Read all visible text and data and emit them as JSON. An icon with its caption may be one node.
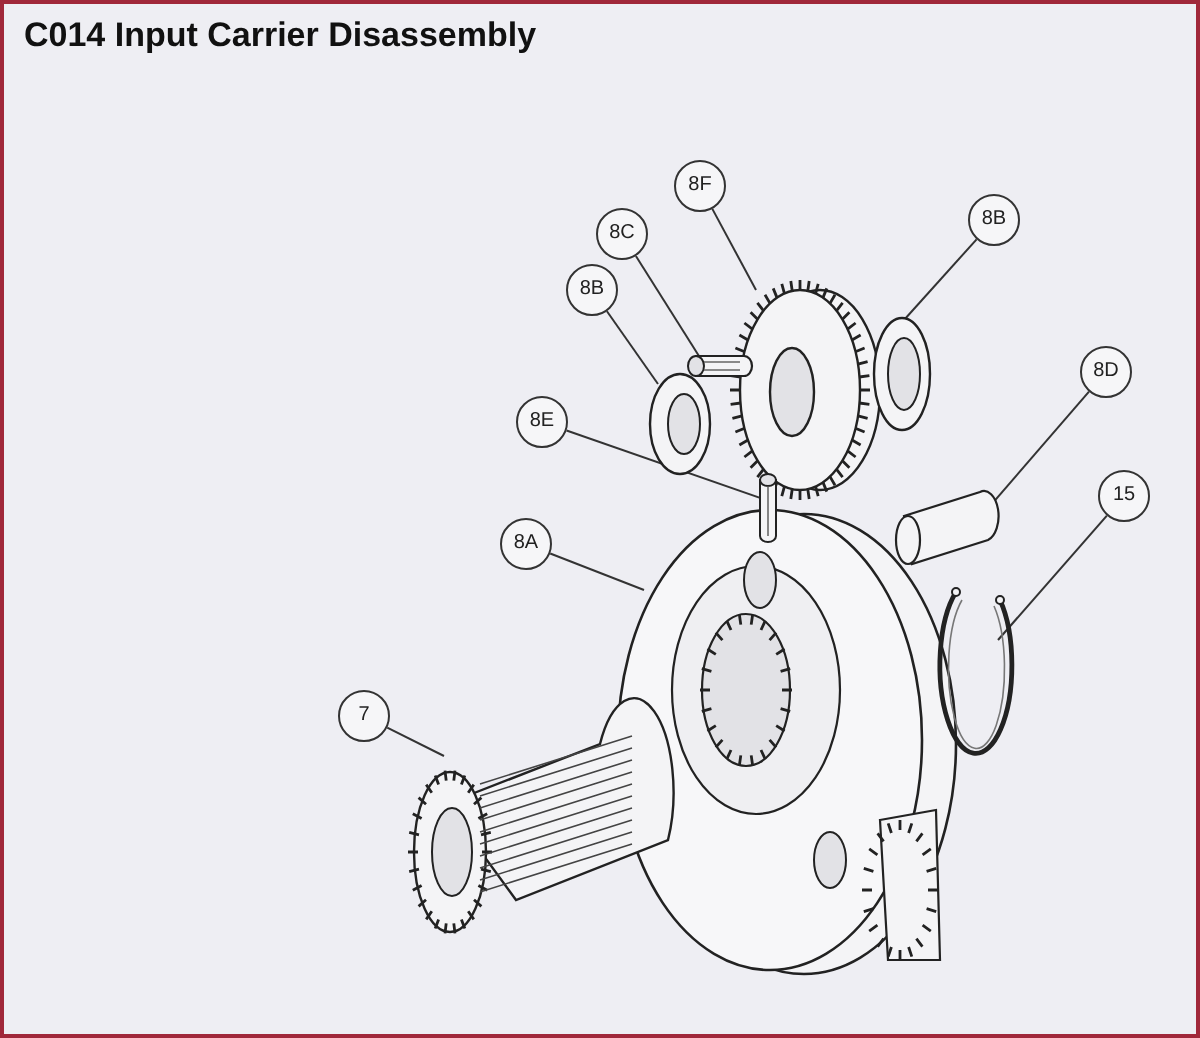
{
  "diagram": {
    "title": "C014 Input Carrier Disassembly",
    "nodes": [
      {
        "text": [
          "8F"
        ]
      },
      {
        "text": [
          "8C"
        ]
      },
      {
        "text": [
          "8B"
        ]
      },
      {
        "text": [
          "8B"
        ]
      },
      {
        "text": [
          "8D"
        ]
      },
      {
        "text": [
          "8E"
        ]
      },
      {
        "text": [
          "15"
        ]
      },
      {
        "text": [
          "8A"
        ]
      },
      {
        "text": [
          "7"
        ]
      },
      {
        "text": [],
        "shape": "picture"
      },
      {
        "text": [],
        "shape": "picture"
      },
      {
        "text": [],
        "shape": "picture"
      },
      {
        "text": [],
        "shape": "picture"
      },
      {
        "text": [],
        "shape": "picture"
      },
      {
        "text": [],
        "shape": "picture"
      },
      {
        "text": [],
        "shape": "picture"
      },
      {
        "text": [],
        "shape": "picture"
      },
      {
        "text": [],
        "shape": "picture"
      }
    ],
    "edges": [
      {
        "from": 0,
        "to": 9,
        "arrow": "none"
      },
      {
        "from": 1,
        "to": 10,
        "arrow": "none"
      },
      {
        "from": 2,
        "to": 11,
        "arrow": "none"
      },
      {
        "from": 3,
        "to": 12,
        "arrow": "none"
      },
      {
        "from": 4,
        "to": 13,
        "arrow": "none"
      },
      {
        "from": 5,
        "to": 14,
        "arrow": "none"
      },
      {
        "from": 6,
        "to": 15,
        "arrow": "none"
      },
      {
        "from": 7,
        "to": 16,
        "arrow": "none"
      },
      {
        "from": 8,
        "to": 17,
        "arrow": "none"
      }
    ]
  }
}
